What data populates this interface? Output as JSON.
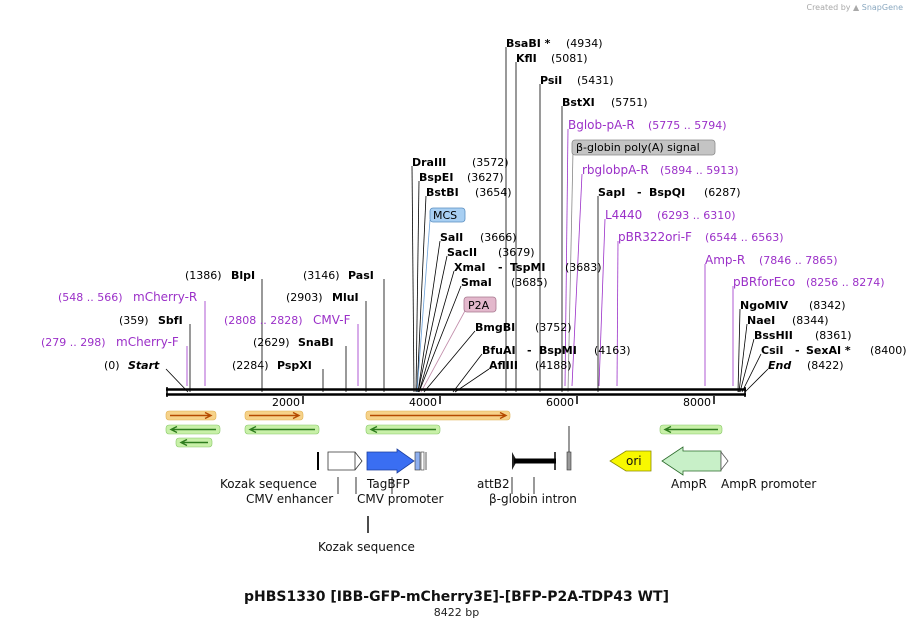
{
  "credit": {
    "prefix": "Created by",
    "brand": "SnapGene"
  },
  "title": "pHBS1330 [IBB-GFP-mCherry3E]-[BFP-P2A-TDP43 WT]",
  "subtitle": "8422 bp",
  "colors": {
    "enzyme": "#000000",
    "primer": "#9b30c8",
    "backbone": "#000000",
    "tick": "#000000"
  },
  "map": {
    "length": 8422,
    "ticks": [
      "2000",
      "4000",
      "6000",
      "8000"
    ]
  },
  "sites": [
    {
      "id": "start",
      "name": "Start",
      "pos": "(0)",
      "style": "italic",
      "side": "right"
    },
    {
      "id": "pspxi",
      "name": "PspXI",
      "pos": "(2284)",
      "side": "left"
    },
    {
      "id": "snabi",
      "name": "SnaBI",
      "pos": "(2629)",
      "side": "left"
    },
    {
      "id": "mlui",
      "name": "MluI",
      "pos": "(2903)",
      "side": "left"
    },
    {
      "id": "pasi",
      "name": "PasI",
      "pos": "(3146)",
      "side": "left"
    },
    {
      "id": "blpi",
      "name": "BlpI",
      "pos": "(1386)",
      "side": "left"
    },
    {
      "id": "sbfi",
      "name": "SbfI",
      "pos": "(359)",
      "side": "left"
    },
    {
      "id": "drai",
      "name": "DraIII",
      "pos": "(3572)",
      "side": "right"
    },
    {
      "id": "bspei",
      "name": "BspEI",
      "pos": "(3627)",
      "side": "right"
    },
    {
      "id": "bstbi",
      "name": "BstBI",
      "pos": "(3654)",
      "side": "right"
    },
    {
      "id": "sali",
      "name": "SalI",
      "pos": "(3666)",
      "side": "right"
    },
    {
      "id": "sacii",
      "name": "SacII",
      "pos": "(3679)",
      "side": "right"
    },
    {
      "id": "xmai",
      "name": "XmaI",
      "name2": "TspMI",
      "pos": "(3683)",
      "side": "right"
    },
    {
      "id": "smai",
      "name": "SmaI",
      "pos": "(3685)",
      "side": "right"
    },
    {
      "id": "bmgbi",
      "name": "BmgBI",
      "pos": "(3752)",
      "side": "right"
    },
    {
      "id": "bfuai",
      "name": "BfuAI",
      "name2": "BspMI",
      "pos": "(4163)",
      "side": "right"
    },
    {
      "id": "aflii",
      "name": "AflIII",
      "pos": "(4188)",
      "side": "right"
    },
    {
      "id": "bsabi",
      "name": "BsaBI *",
      "pos": "(4934)",
      "side": "right"
    },
    {
      "id": "kfli",
      "name": "KflI",
      "pos": "(5081)",
      "side": "right"
    },
    {
      "id": "psii",
      "name": "PsiI",
      "pos": "(5431)",
      "side": "right"
    },
    {
      "id": "bstxi",
      "name": "BstXI",
      "pos": "(5751)",
      "side": "right"
    },
    {
      "id": "sapi",
      "name": "SapI",
      "name2": "BspQI",
      "pos": "(6287)",
      "side": "right"
    },
    {
      "id": "ngomiv",
      "name": "NgoMIV",
      "pos": "(8342)",
      "side": "right"
    },
    {
      "id": "naei",
      "name": "NaeI",
      "pos": "(8344)",
      "side": "right"
    },
    {
      "id": "bsshii",
      "name": "BssHII",
      "pos": "(8361)",
      "side": "right"
    },
    {
      "id": "csii",
      "name": "CsiI",
      "name2": "SexAI *",
      "pos": "(8400)",
      "side": "right"
    },
    {
      "id": "end",
      "name": "End",
      "pos": "(8422)",
      "style": "italic",
      "side": "right"
    }
  ],
  "primers": [
    {
      "id": "mcherry-r",
      "name": "mCherry-R",
      "pos": "(548 .. 566)",
      "side": "left"
    },
    {
      "id": "cmv-f",
      "name": "CMV-F",
      "pos": "(2808 .. 2828)",
      "side": "left"
    },
    {
      "id": "mcherry-f",
      "name": "mCherry-F",
      "pos": "(279 .. 298)",
      "side": "left"
    },
    {
      "id": "bglob",
      "name": "Bglob-pA-R",
      "pos": "(5775 .. 5794)",
      "side": "right"
    },
    {
      "id": "rbglob",
      "name": "rbglobpA-R",
      "pos": "(5894 .. 5913)",
      "side": "right"
    },
    {
      "id": "l4440",
      "name": "L4440",
      "pos": "(6293 .. 6310)",
      "side": "right"
    },
    {
      "id": "pbr322",
      "name": "pBR322ori-F",
      "pos": "(6544 .. 6563)",
      "side": "right"
    },
    {
      "id": "ampr",
      "name": "Amp-R",
      "pos": "(7846 .. 7865)",
      "side": "right"
    },
    {
      "id": "pbrfor",
      "name": "pBRforEco",
      "pos": "(8256 .. 8274)",
      "side": "right"
    }
  ],
  "tags": [
    {
      "id": "mcs",
      "name": "MCS"
    },
    {
      "id": "p2a",
      "name": "P2A"
    },
    {
      "id": "bglobin-pa",
      "name": "β-globin poly(A) signal"
    }
  ],
  "features": [
    {
      "id": "kozak1",
      "name": "Kozak sequence"
    },
    {
      "id": "cmv-enh",
      "name": "CMV enhancer"
    },
    {
      "id": "cmv-prom",
      "name": "CMV promoter"
    },
    {
      "id": "tagbfp",
      "name": "TagBFP"
    },
    {
      "id": "kozak2",
      "name": "Kozak sequence"
    },
    {
      "id": "attb2",
      "name": "attB2"
    },
    {
      "id": "bglobin-intron",
      "name": "β-globin intron"
    },
    {
      "id": "ori",
      "name": "ori"
    },
    {
      "id": "ampr",
      "name": "AmpR"
    },
    {
      "id": "ampr-prom",
      "name": "AmpR promoter"
    }
  ]
}
